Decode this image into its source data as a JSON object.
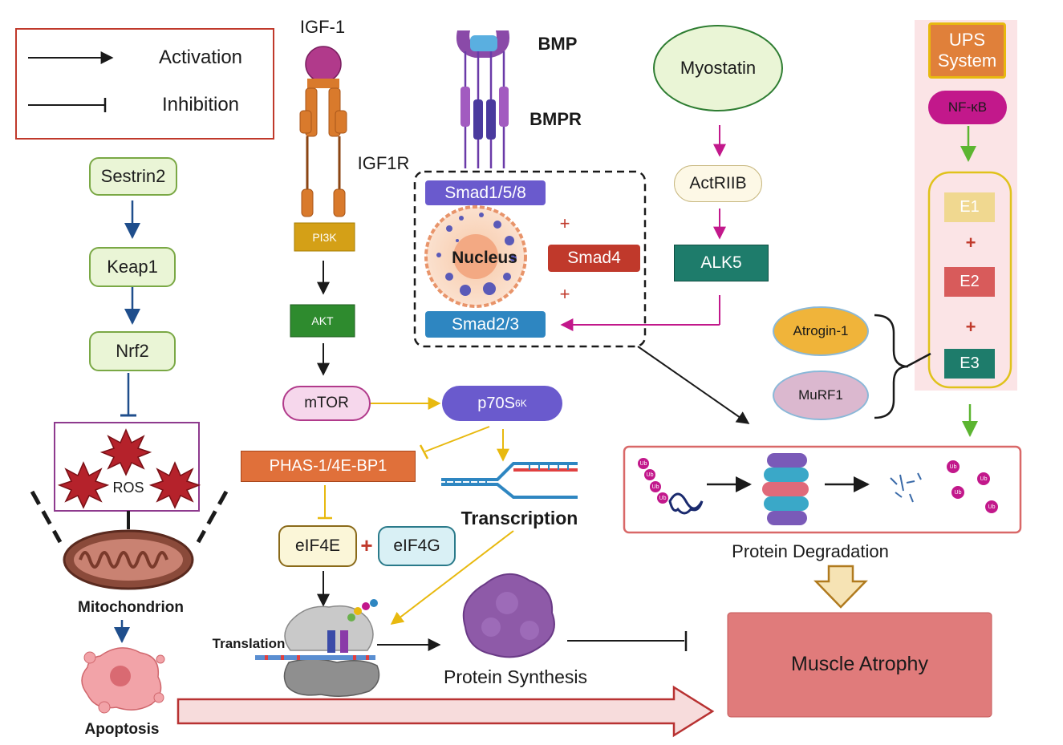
{
  "legend": {
    "activation": "Activation",
    "inhibition": "Inhibition"
  },
  "oxidative": {
    "sestrin2": "Sestrin2",
    "keap1": "Keap1",
    "nrf2": "Nrf2",
    "ros": "ROS",
    "mitochondrion": "Mitochondrion",
    "apoptosis": "Apoptosis"
  },
  "igf": {
    "igf1": "IGF-1",
    "igf1r": "IGF1R",
    "pi3k": "PI3K",
    "akt": "AKT",
    "mtor": "mTOR",
    "p70s6k": "p70S",
    "p70s6k_sup": "6K",
    "phas": "PHAS-1/4E-BP1",
    "eif4e": "eIF4E",
    "eif4g": "eIF4G",
    "plus": "+",
    "transcription": "Transcription",
    "translation": "Translation",
    "protein_synthesis": "Protein Synthesis"
  },
  "bmp": {
    "bmp": "BMP",
    "bmpr": "BMPR",
    "smad158": "Smad1/5/8",
    "smad4": "Smad4",
    "smad23": "Smad2/3",
    "nucleus": "Nucleus",
    "plus": "+"
  },
  "myostatin": {
    "myostatin": "Myostatin",
    "actriib": "ActRIIB",
    "alk5": "ALK5"
  },
  "ups": {
    "title_line1": "UPS",
    "title_line2": "System",
    "nfkb": "NF-κB",
    "e1": "E1",
    "e2": "E2",
    "e3": "E3",
    "plus": "+"
  },
  "ligases": {
    "atrogin1": "Atrogin-1",
    "murf1": "MuRF1"
  },
  "degradation": {
    "label": "Protein Degradation",
    "ub": "Ub"
  },
  "outcome": {
    "muscle_atrophy": "Muscle Atrophy"
  },
  "colors": {
    "legend_border": "#c0392b",
    "green_node": "#7aa845",
    "navy_arrow": "#1f4e8c",
    "magenta": "#c2188b",
    "yellow_arrow": "#e8b90f",
    "red_plus": "#c0392b",
    "smad_blue": "#2e86c1",
    "smad_purple": "#6a5acd",
    "alk5": "#1e7c6b",
    "atrophy": "#e07b7b"
  }
}
